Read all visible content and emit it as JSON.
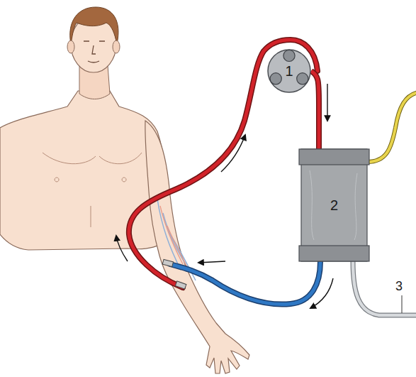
{
  "diagram": {
    "nodes": [
      {
        "text": [
          "1"
        ]
      },
      {
        "text": [
          "2"
        ]
      }
    ],
    "edges": [
      {
        "from": 0,
        "to": 1,
        "arrow": "none"
      }
    ],
    "labels": [
      "3"
    ]
  }
}
